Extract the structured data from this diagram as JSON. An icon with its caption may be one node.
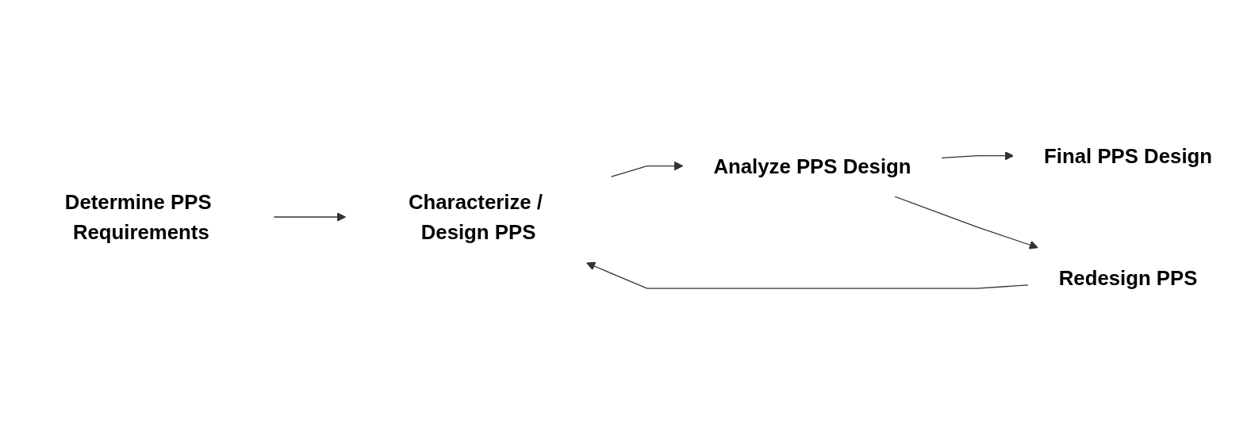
{
  "diagram": {
    "nodes": [
      {
        "text": [
          "Determine PPS Requirements"
        ]
      },
      {
        "text": [
          "Characterize / Design PPS"
        ]
      },
      {
        "text": [
          "Analyze PPS Design"
        ]
      },
      {
        "text": [
          "Final PPS Design"
        ]
      },
      {
        "text": [
          "Redesign PPS"
        ]
      }
    ],
    "edges": [
      {
        "from": 0,
        "to": 1,
        "arrow": "to"
      },
      {
        "from": 1,
        "to": 2,
        "arrow": "to"
      },
      {
        "from": 2,
        "to": 3,
        "arrow": "to"
      },
      {
        "from": 2,
        "to": 4,
        "arrow": "to"
      },
      {
        "from": 4,
        "to": 1,
        "arrow": "to"
      }
    ]
  }
}
